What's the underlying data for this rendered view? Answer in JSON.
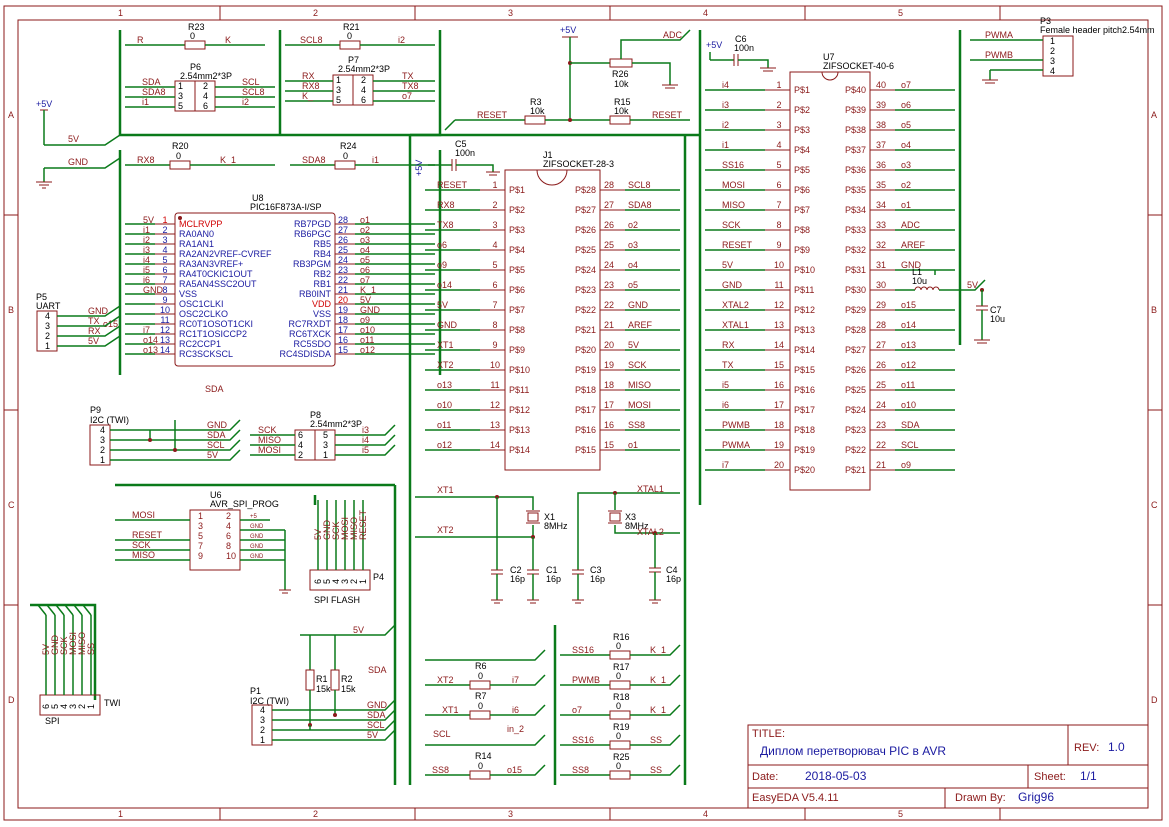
{
  "title_block": {
    "title_label": "TITLE:",
    "title": "Диплом перетворювач PIC в AVR",
    "rev_label": "REV:",
    "rev": "1.0",
    "date_label": "Date:",
    "date": "2018-05-03",
    "sheet_label": "Sheet:",
    "sheet": "1/1",
    "tool": "EasyEDA V5.4.11",
    "drawn_label": "Drawn By:",
    "drawn_by": "Grig96"
  },
  "border": {
    "cols": [
      "1",
      "2",
      "3",
      "4",
      "5"
    ],
    "rows": [
      "A",
      "B",
      "C",
      "D"
    ]
  },
  "colors": {
    "frame": "#8b1a1a",
    "wire": "#0a7a1a",
    "pin_blue": "#1a1aa0"
  },
  "components": {
    "r23": {
      "ref": "R23",
      "val": "0",
      "left": "R",
      "right": "K"
    },
    "r21": {
      "ref": "R21",
      "val": "0",
      "left": "SCL8",
      "right": "i2"
    },
    "p6": {
      "ref": "P6",
      "val": "2.54mm2*3P",
      "pins": [
        "1",
        "2",
        "3",
        "4",
        "5",
        "6"
      ],
      "l": [
        "SDA",
        "SDA8",
        "i1"
      ],
      "r": [
        "SCL",
        "SCL8",
        "i2"
      ]
    },
    "p7": {
      "ref": "P7",
      "val": "2.54mm2*3P",
      "pins": [
        "1",
        "2",
        "3",
        "4",
        "5",
        "6"
      ],
      "l": [
        "RX",
        "RX8",
        "K_"
      ],
      "r": [
        "TX",
        "TX8",
        "o7"
      ]
    },
    "r20": {
      "ref": "R20",
      "val": "0",
      "left": "RX8",
      "right": "K_1"
    },
    "r24": {
      "ref": "R24",
      "val": "0",
      "left": "SDA8",
      "right": "i1"
    },
    "pwr_left": {
      "v5": "+5V",
      "l5": "5V",
      "gnd": "GND"
    },
    "u8": {
      "ref": "U8",
      "val": "PIC16F873A-I/SP",
      "lpins": [
        "1",
        "2",
        "3",
        "4",
        "5",
        "6",
        "7",
        "8",
        "9",
        "10",
        "11",
        "12",
        "13",
        "14"
      ],
      "lnames": [
        "MCLRVPP",
        "RA0AN0",
        "RA1AN1",
        "RA2AN2VREF-CVREF",
        "RA3AN3VREF+",
        "RA4T0CKIC1OUT",
        "RA5AN4SSC2OUT",
        "VSS",
        "OSC1CLKI",
        "OSC2CLKO",
        "RC0T1OSOT1CKI",
        "RC1T1OSICCP2",
        "RC2CCP1",
        "RC3SCKSCL"
      ],
      "lnets": [
        "5V",
        "i1",
        "i2",
        "i3",
        "i4",
        "i5",
        "i6",
        "GND",
        "",
        "",
        "",
        "i7",
        "o14",
        "o13"
      ],
      "rpins": [
        "28",
        "27",
        "26",
        "25",
        "24",
        "23",
        "22",
        "21",
        "20",
        "19",
        "18",
        "17",
        "16",
        "15"
      ],
      "rnames": [
        "RB7PGD",
        "RB6PGC",
        "RB5",
        "RB4",
        "RB3PGM",
        "RB2",
        "RB1",
        "RB0INT",
        "VDD",
        "VSS",
        "RC7RXDT",
        "RC6TXCK",
        "RC5SDO",
        "RC4SDISDA"
      ],
      "rnets": [
        "o1",
        "o2",
        "o3",
        "o4",
        "o5",
        "o6",
        "o7",
        "K_1",
        "5V",
        "GND",
        "o9",
        "o10",
        "o11",
        "o12"
      ],
      "extra_nets": [
        "GND",
        "TX",
        "RX",
        "5V",
        "o15"
      ]
    },
    "p5": {
      "ref": "P5",
      "val": "UART",
      "pins": [
        "4",
        "3",
        "2",
        "1"
      ]
    },
    "sda_label": "SDA",
    "p9": {
      "ref": "P9",
      "val": "I2C (TWI)",
      "pins": [
        "4",
        "3",
        "2",
        "1"
      ],
      "nets": [
        "GND",
        "SDA",
        "SCL",
        "5V"
      ]
    },
    "p8": {
      "ref": "P8",
      "val": "2.54mm2*3P",
      "pins": [
        "6",
        "5",
        "4",
        "3",
        "2",
        "1"
      ],
      "l": [
        "SCK",
        "MISO",
        "MOSI"
      ],
      "r": [
        "i3",
        "i4",
        "i5"
      ]
    },
    "u6": {
      "ref": "U6",
      "val": "AVR_SPI_PROG",
      "lnets": [
        "MOSI",
        "RESET",
        "SCK",
        "MISO"
      ],
      "ltags": [
        "MOSI",
        "RESET",
        "SCK",
        "MISO"
      ],
      "lpins": [
        "1",
        "3",
        "5",
        "7",
        "9"
      ],
      "rpins": [
        "2",
        "4",
        "6",
        "8",
        "10"
      ],
      "rtags": [
        "+5",
        "GND",
        "GND",
        "GND",
        "GND"
      ]
    },
    "p4": {
      "ref": "P4",
      "val": "SPI FLASH",
      "nets": [
        "5V",
        "GND",
        "SCK",
        "MOSI",
        "MISO",
        "RESET"
      ],
      "pins": [
        "6",
        "5",
        "4",
        "3",
        "2",
        "1"
      ]
    },
    "spi": {
      "ref": "SPI",
      "val": "TWI",
      "nets": [
        "5V",
        "GND",
        "SCK",
        "MOSI",
        "MISO",
        "SS"
      ],
      "pins": [
        "6",
        "5",
        "4",
        "3",
        "2",
        "1"
      ]
    },
    "p1": {
      "ref": "P1",
      "val": "I2C (TWI)",
      "pins": [
        "4",
        "3",
        "2",
        "1"
      ],
      "nets": [
        "GND",
        "SDA",
        "SCL",
        "5V"
      ]
    },
    "r1": {
      "ref": "R1",
      "val": "15k"
    },
    "r2": {
      "ref": "R2",
      "val": "15k"
    },
    "p1_5v": "5V",
    "p1_sda": "SDA",
    "c5": {
      "ref": "C5",
      "val": "100n",
      "pwr": "+5V"
    },
    "j1": {
      "ref": "J1",
      "val": "ZIFSOCKET-28-3",
      "lpins": [
        "1",
        "2",
        "3",
        "4",
        "5",
        "6",
        "7",
        "8",
        "9",
        "10",
        "11",
        "12",
        "13",
        "14"
      ],
      "lnames": [
        "P$1",
        "P$2",
        "P$3",
        "P$4",
        "P$5",
        "P$6",
        "P$7",
        "P$8",
        "P$9",
        "P$10",
        "P$11",
        "P$12",
        "P$13",
        "P$14"
      ],
      "lnets": [
        "RESET",
        "RX8",
        "TX8",
        "o6",
        "o9",
        "o14",
        "5V",
        "GND",
        "XT1",
        "XT2",
        "o13",
        "o10",
        "o11",
        "o12"
      ],
      "rpins": [
        "28",
        "27",
        "26",
        "25",
        "24",
        "23",
        "22",
        "21",
        "20",
        "19",
        "18",
        "17",
        "16",
        "15"
      ],
      "rnames": [
        "P$28",
        "P$27",
        "P$26",
        "P$25",
        "P$24",
        "P$23",
        "P$22",
        "P$21",
        "P$20",
        "P$19",
        "P$18",
        "P$17",
        "P$16",
        "P$15"
      ],
      "rnets": [
        "SCL8",
        "SDA8",
        "o2",
        "o3",
        "o4",
        "o5",
        "GND",
        "AREF",
        "5V",
        "SCK",
        "MISO",
        "MOSI",
        "SS8",
        "o1"
      ]
    },
    "x1": {
      "ref": "X1",
      "val": "8MHz",
      "net_a": "XT1",
      "net_b": "XT2"
    },
    "x3": {
      "ref": "X3",
      "val": "8MHz",
      "net_a": "XTAL1",
      "net_b": "XTAL2"
    },
    "c2": {
      "ref": "C2",
      "val": "16p"
    },
    "c1": {
      "ref": "C1",
      "val": "16p"
    },
    "c3": {
      "ref": "C3",
      "val": "16p"
    },
    "c4": {
      "ref": "C4",
      "val": "16p"
    },
    "r6": {
      "ref": "R6",
      "val": "0",
      "l": "XT2",
      "r": "i7"
    },
    "r7": {
      "ref": "R7",
      "val": "0",
      "l": "XT1",
      "r": "i6"
    },
    "scl_in2": {
      "l": "SCL",
      "r": "in_2"
    },
    "r14": {
      "ref": "R14",
      "val": "0",
      "l": "SS8",
      "r": "o15"
    },
    "r16": {
      "ref": "R16",
      "val": "0",
      "l": "SS16",
      "r": "K_1"
    },
    "r17": {
      "ref": "R17",
      "val": "0",
      "l": "PWMB",
      "r": "K_1"
    },
    "r18": {
      "ref": "R18",
      "val": "0",
      "l": "o7",
      "r": "K_1"
    },
    "r19": {
      "ref": "R19",
      "val": "0",
      "l": "SS16",
      "r": "SS"
    },
    "r25": {
      "ref": "R25",
      "val": "0",
      "l": "SS8",
      "r": "SS"
    },
    "top_mid": {
      "pwr": "+5V",
      "adc": "ADC",
      "r26": "R26",
      "r26v": "10k",
      "r3": "R3",
      "r3v": "10k",
      "r15": "R15",
      "r15v": "10k",
      "reset_l": "RESET",
      "reset_r": "RESET"
    },
    "c6": {
      "ref": "C6",
      "val": "100n",
      "pwr": "+5V"
    },
    "u7": {
      "ref": "U7",
      "val": "ZIFSOCKET-40-6",
      "lpins": [
        "1",
        "2",
        "3",
        "4",
        "5",
        "6",
        "7",
        "8",
        "9",
        "10",
        "11",
        "12",
        "13",
        "14",
        "15",
        "16",
        "17",
        "18",
        "19",
        "20"
      ],
      "lnames": [
        "P$1",
        "P$2",
        "P$3",
        "P$4",
        "P$5",
        "P$6",
        "P$7",
        "P$8",
        "P$9",
        "P$10",
        "P$11",
        "P$12",
        "P$13",
        "P$14",
        "P$15",
        "P$16",
        "P$17",
        "P$18",
        "P$19",
        "P$20"
      ],
      "lnets": [
        "i4",
        "i3",
        "i2",
        "i1",
        "SS16",
        "MOSI",
        "MISO",
        "SCK",
        "RESET",
        "5V",
        "GND",
        "XTAL2",
        "XTAL1",
        "RX",
        "TX",
        "i5",
        "i6",
        "PWMB",
        "PWMA",
        "i7"
      ],
      "rpins": [
        "40",
        "39",
        "38",
        "37",
        "36",
        "35",
        "34",
        "33",
        "32",
        "31",
        "30",
        "29",
        "28",
        "27",
        "26",
        "25",
        "24",
        "23",
        "22",
        "21"
      ],
      "rnames": [
        "P$40",
        "P$39",
        "P$38",
        "P$37",
        "P$36",
        "P$35",
        "P$34",
        "P$33",
        "P$32",
        "P$31",
        "P$30",
        "P$29",
        "P$28",
        "P$27",
        "P$26",
        "P$25",
        "P$24",
        "P$23",
        "P$22",
        "P$21"
      ],
      "rnets": [
        "o7",
        "o6",
        "o5",
        "o4",
        "o3",
        "o2",
        "o1",
        "ADC",
        "AREF",
        "GND",
        "",
        "o15",
        "o14",
        "o13",
        "o12",
        "o11",
        "o10",
        "SDA",
        "SCL",
        "o9"
      ]
    },
    "l1": {
      "ref": "L1",
      "val": "10u",
      "net": "5V"
    },
    "c7": {
      "ref": "C7",
      "val": "10u"
    },
    "p3": {
      "ref": "P3",
      "val": "Female header pitch2.54mm",
      "pins": [
        "1",
        "2",
        "3",
        "4"
      ],
      "nets": [
        "PWMA",
        "PWMB"
      ]
    }
  }
}
